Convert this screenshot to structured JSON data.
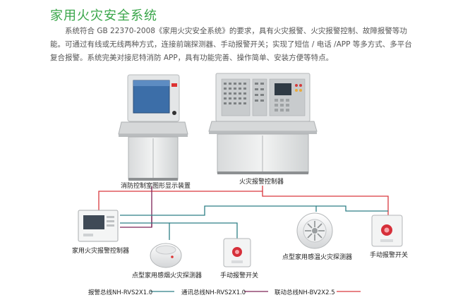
{
  "header": {
    "title": "家用火灾安全系统",
    "paragraphs": [
      "系统符合 GB 22370-2008《家用火灾安全系统》的要求，具有火灾报警、火灾报警控制、故障报警等功能。可通过有线或无线两种方式，连接前端探测器、手动报警开关；实现了短信 / 电话 /APP 等多方式、多平台复合报警。系统完美对接尼特消防 APP，具有功能完善、操作简单、安装方便等特点。"
    ]
  },
  "equipment": {
    "graphic_display": "消防控制室图形显示装置",
    "fire_alarm_controller": "火灾报警控制器",
    "home_controller": "家用火灾报警控制器",
    "smoke_detector": "点型家用感烟火灾探测器",
    "manual_switch_left": "手动报警开关",
    "heat_detector": "点型家用感温火灾探测器",
    "manual_switch_right": "手动报警开关"
  },
  "legend": [
    {
      "label": "报警总线NH-RVS2X1.0",
      "color": "#2e7f86"
    },
    {
      "label": "通讯总线NH-RVS2X1.0",
      "color": "#7d2457"
    },
    {
      "label": "联动总线NH-BV2X2.5",
      "color": "#d9393f"
    }
  ],
  "colors": {
    "accent_green": "#3aa64a",
    "alarm_bus": "#2e7f86",
    "comm_bus": "#7d2457",
    "link_bus": "#d9393f"
  }
}
